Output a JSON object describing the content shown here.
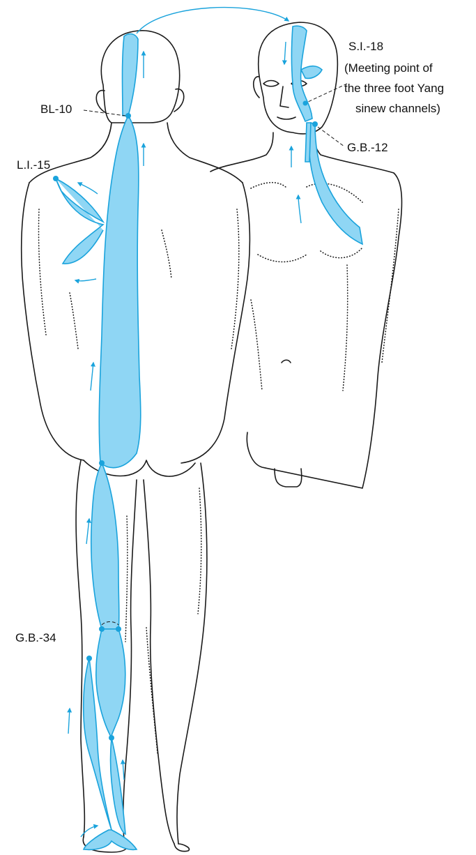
{
  "colors": {
    "channel_fill": "#8fd6f4",
    "channel_line": "#1aa3dc",
    "ink": "#1a1a1a",
    "background": "#ffffff"
  },
  "labels": {
    "si18": [
      "S.I.-18",
      "(Meeting point of",
      "the three foot Yang",
      "sinew channels)"
    ],
    "bl10": "BL-10",
    "li15": "L.I.-15",
    "gb12": "G.B.-12",
    "gb34": "G.B.-34"
  }
}
